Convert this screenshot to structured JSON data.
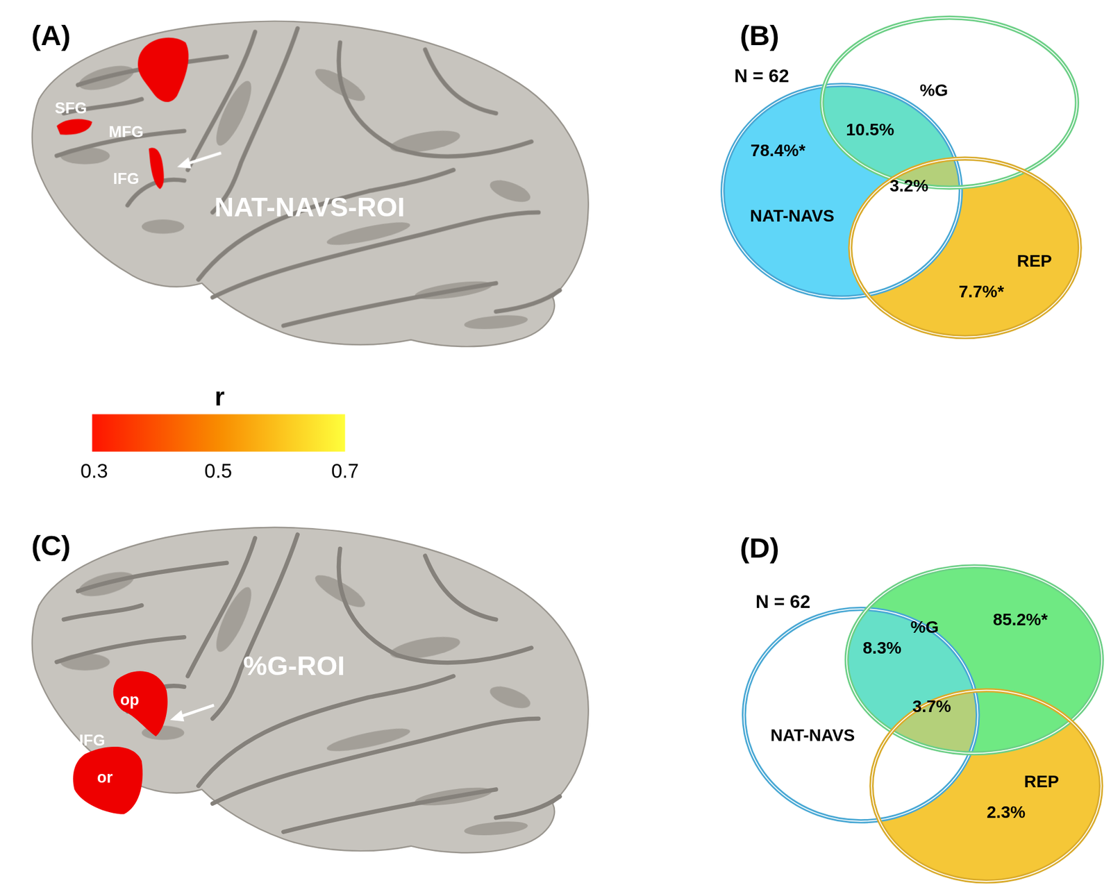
{
  "diagram": {
    "nodes": [
      {
        "text": [
          "78.4%*",
          "NAT-NAVS"
        ]
      },
      {
        "text": [
          "%G"
        ]
      },
      {
        "text": [
          "REP",
          "7.7%*"
        ]
      },
      {
        "text": [
          "%G",
          "85.2%*"
        ]
      },
      {
        "text": [
          "NAT-NAVS"
        ]
      },
      {
        "text": [
          "REP",
          "2.3%"
        ]
      }
    ],
    "labels": [
      "(A)",
      "SFG",
      "MFG",
      "IFG",
      "NAT-NAVS-ROI",
      "r",
      "0.3",
      "0.5",
      "0.7",
      "(B)",
      "N = 62",
      "10.5%",
      "3.2%",
      "(C)",
      "op",
      "IFG",
      "or",
      "%G-ROI",
      "(D)",
      "N = 62",
      "8.3%",
      "3.7%"
    ]
  }
}
